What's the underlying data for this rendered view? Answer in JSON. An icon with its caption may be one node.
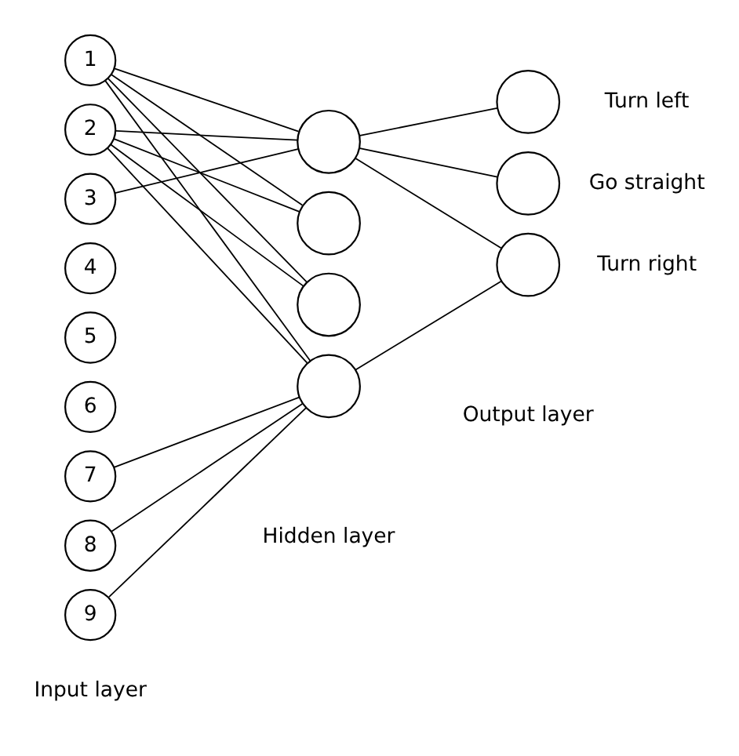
{
  "diagram": {
    "nodes": [
      {
        "text": [
          "1"
        ]
      },
      {
        "text": [
          "2"
        ]
      },
      {
        "text": [
          "3"
        ]
      },
      {
        "text": [
          "4"
        ]
      },
      {
        "text": [
          "5"
        ]
      },
      {
        "text": [
          "6"
        ]
      },
      {
        "text": [
          "7"
        ]
      },
      {
        "text": [
          "8"
        ]
      },
      {
        "text": [
          "9"
        ]
      },
      {
        "text": [],
        "shape": "circle"
      },
      {
        "text": [],
        "shape": "circle"
      },
      {
        "text": [],
        "shape": "circle"
      },
      {
        "text": [],
        "shape": "circle"
      },
      {
        "text": [],
        "shape": "circle",
        "beside": [
          "Turn left"
        ]
      },
      {
        "text": [],
        "shape": "circle",
        "beside": [
          "Go straight"
        ]
      },
      {
        "text": [],
        "shape": "circle",
        "beside": [
          "Turn right"
        ]
      }
    ],
    "edges": [
      {
        "from": 0,
        "to": 9,
        "arrow": "none"
      },
      {
        "from": 0,
        "to": 10,
        "arrow": "none"
      },
      {
        "from": 0,
        "to": 11,
        "arrow": "none"
      },
      {
        "from": 0,
        "to": 12,
        "arrow": "none"
      },
      {
        "from": 1,
        "to": 9,
        "arrow": "none"
      },
      {
        "from": 1,
        "to": 10,
        "arrow": "none"
      },
      {
        "from": 1,
        "to": 11,
        "arrow": "none"
      },
      {
        "from": 1,
        "to": 12,
        "arrow": "none"
      },
      {
        "from": 2,
        "to": 9,
        "arrow": "none"
      },
      {
        "from": 6,
        "to": 12,
        "arrow": "none"
      },
      {
        "from": 7,
        "to": 12,
        "arrow": "none"
      },
      {
        "from": 8,
        "to": 12,
        "arrow": "none"
      },
      {
        "from": 9,
        "to": 13,
        "arrow": "none"
      },
      {
        "from": 9,
        "to": 14,
        "arrow": "none"
      },
      {
        "from": 9,
        "to": 15,
        "arrow": "none"
      },
      {
        "from": 12,
        "to": 15,
        "arrow": "none"
      }
    ],
    "labels": [
      "Input layer",
      "Hidden layer",
      "Output layer"
    ]
  }
}
